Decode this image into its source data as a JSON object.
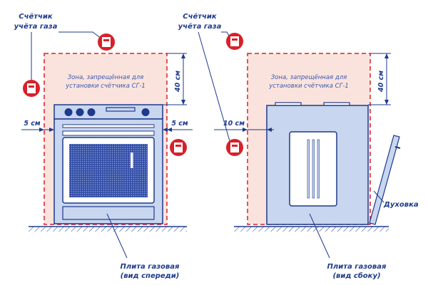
{
  "labels": {
    "meter_l1": "Счётчик",
    "meter_l2": "учёта газа",
    "zone_l1": "Зона, запрещённая для",
    "zone_l2": "установки счётчика СГ-1",
    "dim_40cm": "40 см",
    "dim_5cm": "5 см",
    "dim_10cm": "10 см",
    "oven_label": "Духовка",
    "stove": "Плита газовая",
    "front_view": "(вид спереди)",
    "side_view": "(вид сбоку)"
  },
  "colors": {
    "zone_fill": "#fbe3dd",
    "zone_border": "#d8202a",
    "stove_fill": "#c9d6ef",
    "stove_stroke": "#1d3a8c",
    "meter_red": "#d8202a",
    "text_blue": "#1d3a8c"
  }
}
